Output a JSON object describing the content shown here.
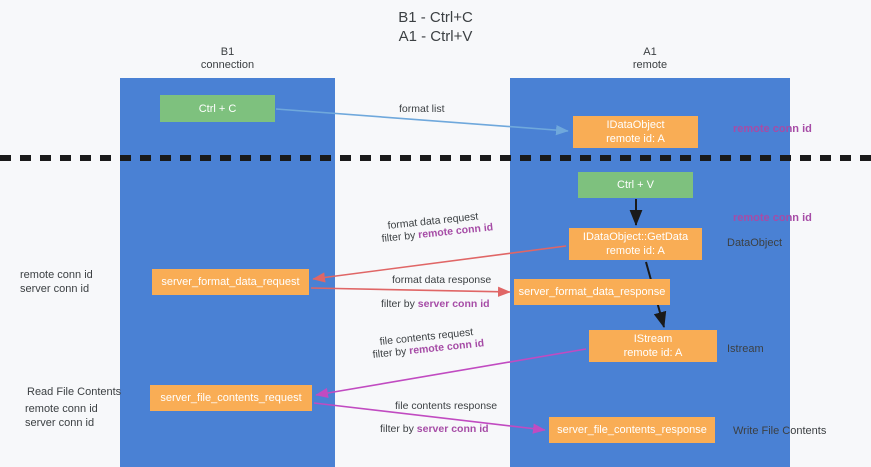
{
  "title": "B1 - Ctrl+C\nA1 - Ctrl+V",
  "title_line1": "B1 - Ctrl+C",
  "title_line2": "A1 - Ctrl+V",
  "colors": {
    "lane": "#4a81d4",
    "green_node": "#7ec17e",
    "orange_node": "#f9ad55",
    "purple_text": "#a64ca6",
    "green_text": "#6aa84f",
    "background": "#f7f8fa",
    "arrow_blue": "#6fa8dc",
    "arrow_red": "#e06666",
    "arrow_magenta": "#c14bc1",
    "arrow_black": "#1a1a1a"
  },
  "lanes": [
    {
      "id": "b1",
      "title": "B1",
      "subtitle": "connection"
    },
    {
      "id": "a1",
      "title": "A1",
      "subtitle": "remote"
    }
  ],
  "nodes": [
    {
      "id": "ctrl-c",
      "line1": "Ctrl + C",
      "line2": "",
      "kind": "green"
    },
    {
      "id": "idataobject",
      "line1": "IDataObject",
      "line2": "remote id: A",
      "kind": "orange"
    },
    {
      "id": "ctrl-v",
      "line1": "Ctrl + V",
      "line2": "",
      "kind": "green"
    },
    {
      "id": "getdata",
      "line1": "IDataObject::GetData",
      "line2": "remote id: A",
      "kind": "orange"
    },
    {
      "id": "server-format-data-request",
      "line1": "server_format_data_request",
      "line2": "",
      "kind": "orange"
    },
    {
      "id": "server-format-data-response",
      "line1": "server_format_data_response",
      "line2": "",
      "kind": "orange"
    },
    {
      "id": "istream",
      "line1": "IStream",
      "line2": "remote id: A",
      "kind": "orange"
    },
    {
      "id": "server-file-contents-request",
      "line1": "server_file_contents_request",
      "line2": "",
      "kind": "orange"
    },
    {
      "id": "server-file-contents-response",
      "line1": "server_file_contents_response",
      "line2": "",
      "kind": "orange"
    }
  ],
  "annotations": {
    "remote_conn_id_top": "remote conn id",
    "remote_conn_id_mid": "remote conn id",
    "dataobject": "DataObject",
    "istream": "Istream",
    "write_file_contents": "Write File Contents",
    "read_file_contents": "Read File Contents",
    "left_remote_conn_id": "remote conn id",
    "left_server_conn_id": "server conn id",
    "left_remote_conn_id_2": "remote conn id",
    "left_server_conn_id_2": "server conn id"
  },
  "edge_labels": {
    "format_list": "format list",
    "format_data_request": "format data request",
    "format_data_request_filter_prefix": "filter by ",
    "format_data_request_filter_key": "remote conn id",
    "format_data_response": "format data response",
    "format_data_response_filter_prefix": "filter by ",
    "format_data_response_filter_key": "server conn id",
    "file_contents_request": "file contents request",
    "file_contents_request_filter_prefix": "filter by ",
    "file_contents_request_filter_key": "remote conn id",
    "file_contents_response": "file contents response",
    "file_contents_response_filter_prefix": "filter by ",
    "file_contents_response_filter_key": "server conn id"
  }
}
